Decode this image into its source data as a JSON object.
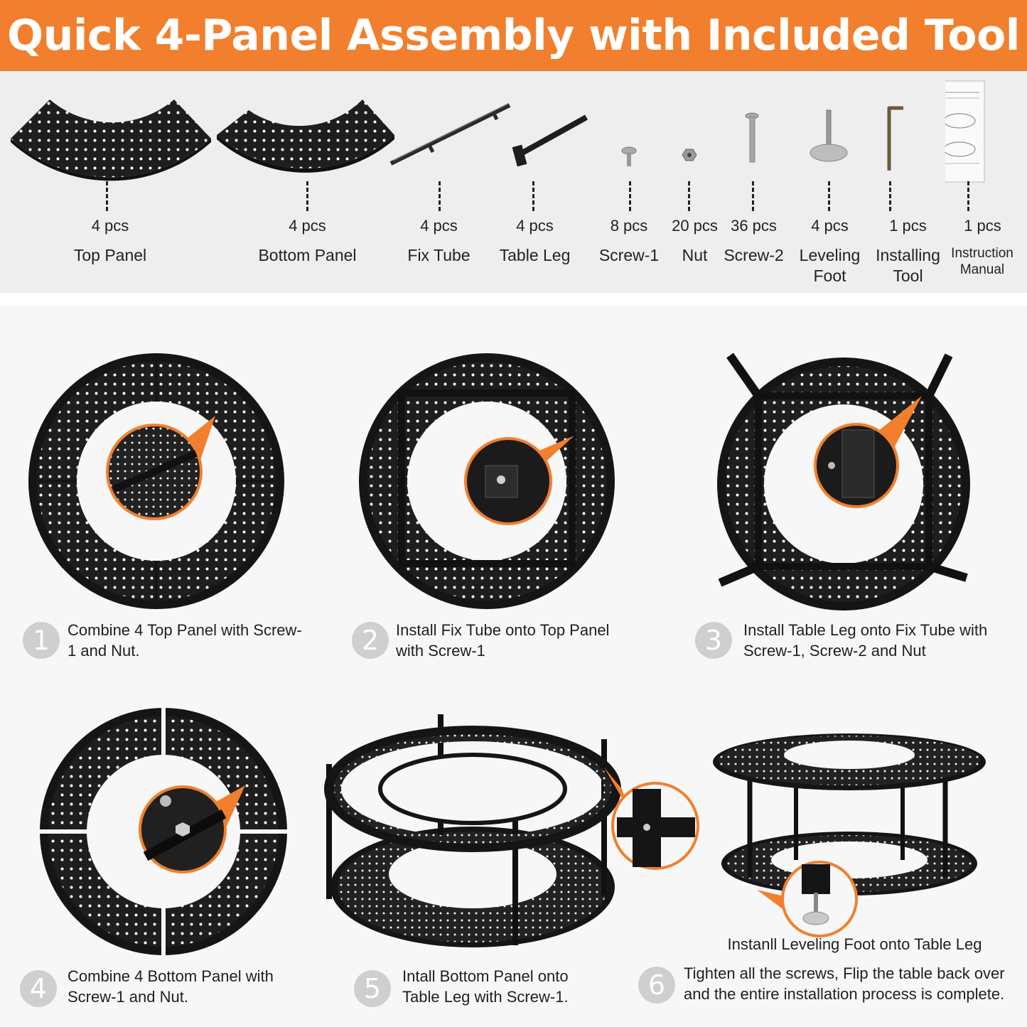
{
  "header": {
    "title": "Quick 4-Panel Assembly with Included Tool"
  },
  "parts": [
    {
      "qty": "4 pcs",
      "name": "Top Panel",
      "icon": "top-panel"
    },
    {
      "qty": "4 pcs",
      "name": "Bottom Panel",
      "icon": "bottom-panel"
    },
    {
      "qty": "4 pcs",
      "name": "Fix Tube",
      "icon": "fix-tube"
    },
    {
      "qty": "4 pcs",
      "name": "Table Leg",
      "icon": "table-leg"
    },
    {
      "qty": "8 pcs",
      "name": "Screw-1",
      "icon": "screw-1"
    },
    {
      "qty": "20 pcs",
      "name": "Nut",
      "icon": "nut"
    },
    {
      "qty": "36 pcs",
      "name": "Screw-2",
      "icon": "screw-2"
    },
    {
      "qty": "4 pcs",
      "name": "Leveling Foot",
      "icon": "leveling-foot"
    },
    {
      "qty": "1 pcs",
      "name": "Installing Tool",
      "icon": "hex-key"
    },
    {
      "qty": "1 pcs",
      "name": "Instruction Manual",
      "icon": "manual"
    }
  ],
  "steps": [
    {
      "number": "1",
      "text": "Combine 4 Top Panel with Screw-1 and Nut."
    },
    {
      "number": "2",
      "text": "Install Fix Tube onto Top Panel with Screw-1"
    },
    {
      "number": "3",
      "text": "Install Table Leg onto Fix Tube with Screw-1, Screw-2 and Nut"
    },
    {
      "number": "4",
      "text": "Combine 4 Bottom Panel with Screw-1 and Nut."
    },
    {
      "number": "5",
      "text": "Intall Bottom Panel onto Table Leg with Screw-1."
    },
    {
      "number": "6",
      "text": "Tighten all the screws, Flip the table back over and the entire installation process is complete."
    }
  ],
  "step6_caption": "Instanll Leveling Foot onto Table Leg",
  "colors": {
    "accent": "#f17f2d",
    "metal": "#1e1e1e",
    "badge": "#cfcfcf"
  }
}
